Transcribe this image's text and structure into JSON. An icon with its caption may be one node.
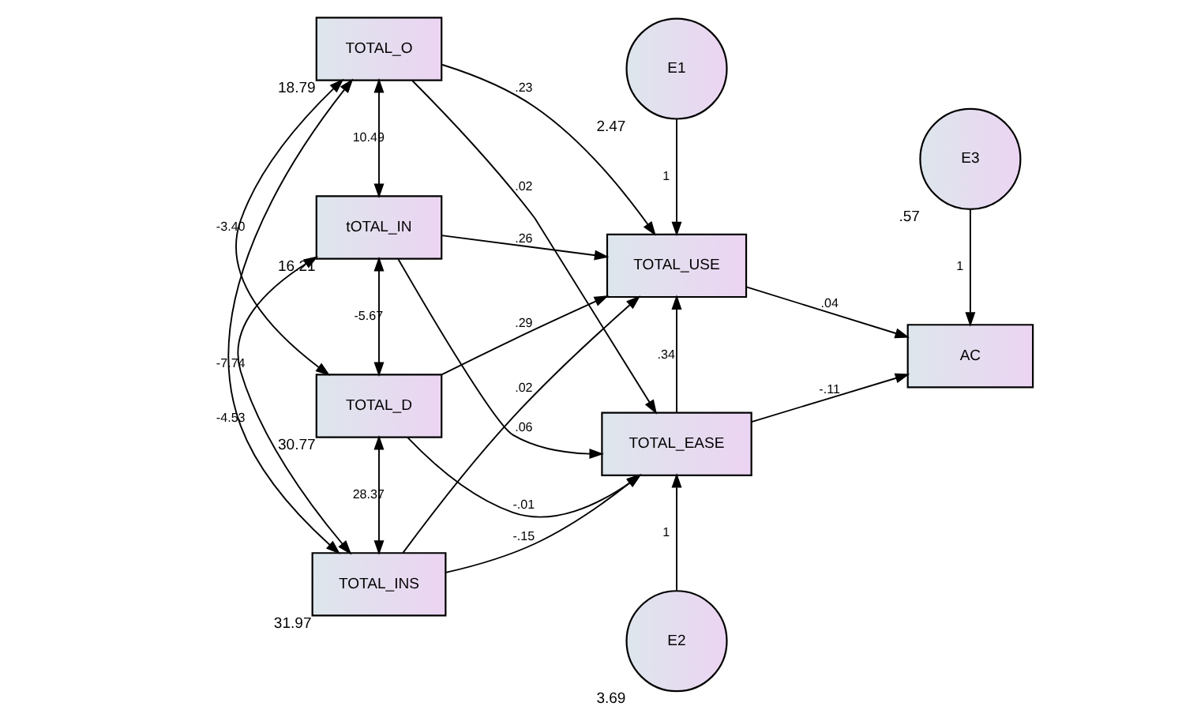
{
  "diagram": {
    "nodes": [
      {
        "text": [
          "TOTAL_O"
        ],
        "beside": [
          "18.79"
        ]
      },
      {
        "text": [
          "tOTAL_IN"
        ],
        "beside": [
          "16.21"
        ]
      },
      {
        "text": [
          "TOTAL_D"
        ],
        "beside": [
          "30.77"
        ]
      },
      {
        "text": [
          "TOTAL_INS"
        ],
        "beside": [
          "31.97"
        ]
      },
      {
        "text": [
          "E1"
        ],
        "beside": [
          "2.47"
        ]
      },
      {
        "text": [
          "TOTAL_USE"
        ]
      },
      {
        "text": [
          "E3"
        ],
        "beside": [
          ".57"
        ]
      },
      {
        "text": [
          "AC"
        ]
      },
      {
        "text": [
          "TOTAL_EASE"
        ]
      },
      {
        "text": [
          "E2"
        ],
        "beside": [
          "3.69"
        ]
      }
    ],
    "edges": [
      {
        "from": 0,
        "to": 1,
        "arrow": "both",
        "label": "10.49"
      },
      {
        "from": 0,
        "to": 2,
        "arrow": "both",
        "label": "-3.40"
      },
      {
        "from": 0,
        "to": 3,
        "arrow": "both",
        "label": "-4.53"
      },
      {
        "from": 1,
        "to": 2,
        "arrow": "both",
        "label": "-5.67"
      },
      {
        "from": 1,
        "to": 3,
        "arrow": "both",
        "label": "-7.74"
      },
      {
        "from": 2,
        "to": 3,
        "arrow": "both",
        "label": "28.37"
      },
      {
        "from": 0,
        "to": 5,
        "arrow": "to",
        "label": ".23"
      },
      {
        "from": 0,
        "to": 8,
        "arrow": "to",
        "label": ".02"
      },
      {
        "from": 1,
        "to": 5,
        "arrow": "to",
        "label": ".26"
      },
      {
        "from": 1,
        "to": 8,
        "arrow": "to",
        "label": ".06"
      },
      {
        "from": 2,
        "to": 5,
        "arrow": "to",
        "label": ".29"
      },
      {
        "from": 2,
        "to": 8,
        "arrow": "to",
        "label": "-.01"
      },
      {
        "from": 3,
        "to": 5,
        "arrow": "to",
        "label": ".02"
      },
      {
        "from": 3,
        "to": 8,
        "arrow": "to",
        "label": "-.15"
      },
      {
        "from": 4,
        "to": 5,
        "arrow": "to",
        "label": "1"
      },
      {
        "from": 8,
        "to": 5,
        "arrow": "to",
        "label": ".34"
      },
      {
        "from": 9,
        "to": 8,
        "arrow": "to",
        "label": "1"
      },
      {
        "from": 5,
        "to": 7,
        "arrow": "to",
        "label": ".04"
      },
      {
        "from": 8,
        "to": 7,
        "arrow": "to",
        "label": "-.11"
      },
      {
        "from": 6,
        "to": 7,
        "arrow": "to",
        "label": "1"
      }
    ]
  }
}
